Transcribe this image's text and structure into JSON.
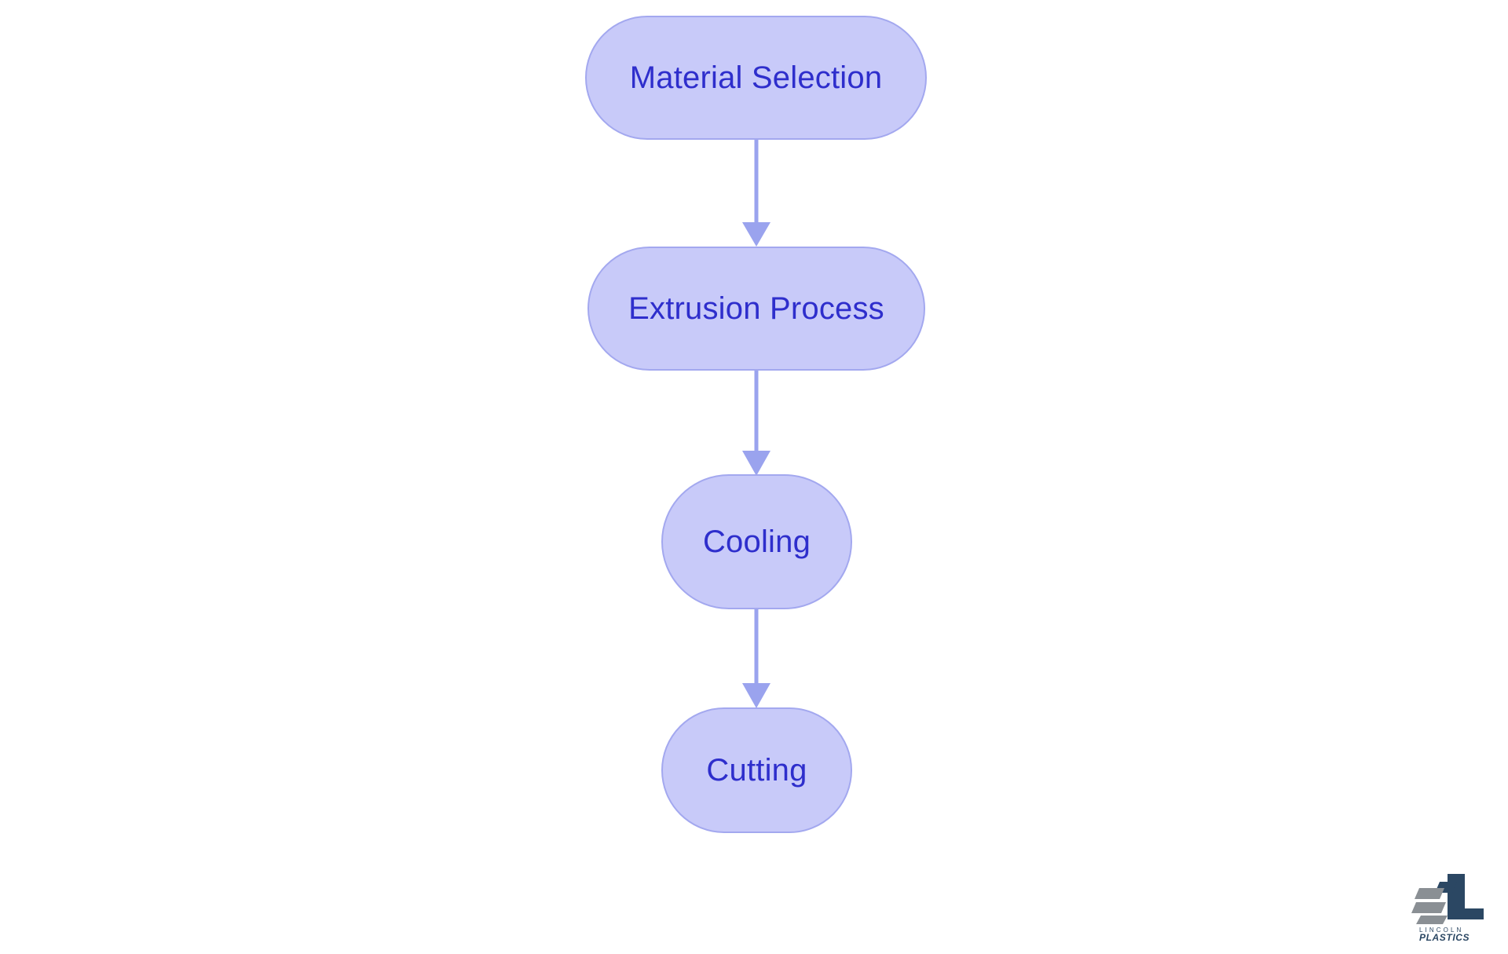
{
  "diagram": {
    "type": "flowchart",
    "orientation": "top-to-bottom",
    "background_color": "#ffffff",
    "node_fill_color": "#c8caf9",
    "node_border_color": "#a3a8ef",
    "node_text_color": "#2e2ecc",
    "connector_color": "#9aa3ee",
    "nodes": [
      {
        "id": "material-selection",
        "label": "Material Selection",
        "shape": "stadium"
      },
      {
        "id": "extrusion-process",
        "label": "Extrusion Process",
        "shape": "stadium"
      },
      {
        "id": "cooling",
        "label": "Cooling",
        "shape": "stadium"
      },
      {
        "id": "cutting",
        "label": "Cutting",
        "shape": "stadium"
      }
    ],
    "edges": [
      {
        "from": "material-selection",
        "to": "extrusion-process",
        "arrow": "triangle",
        "label": ""
      },
      {
        "from": "extrusion-process",
        "to": "cooling",
        "arrow": "triangle",
        "label": ""
      },
      {
        "from": "cooling",
        "to": "cutting",
        "arrow": "triangle",
        "label": ""
      }
    ]
  },
  "logo": {
    "mark_color": "#2b4763",
    "bar_color": "#8a8f94",
    "line1": "LINCOLN",
    "line2": "PLASTICS"
  }
}
